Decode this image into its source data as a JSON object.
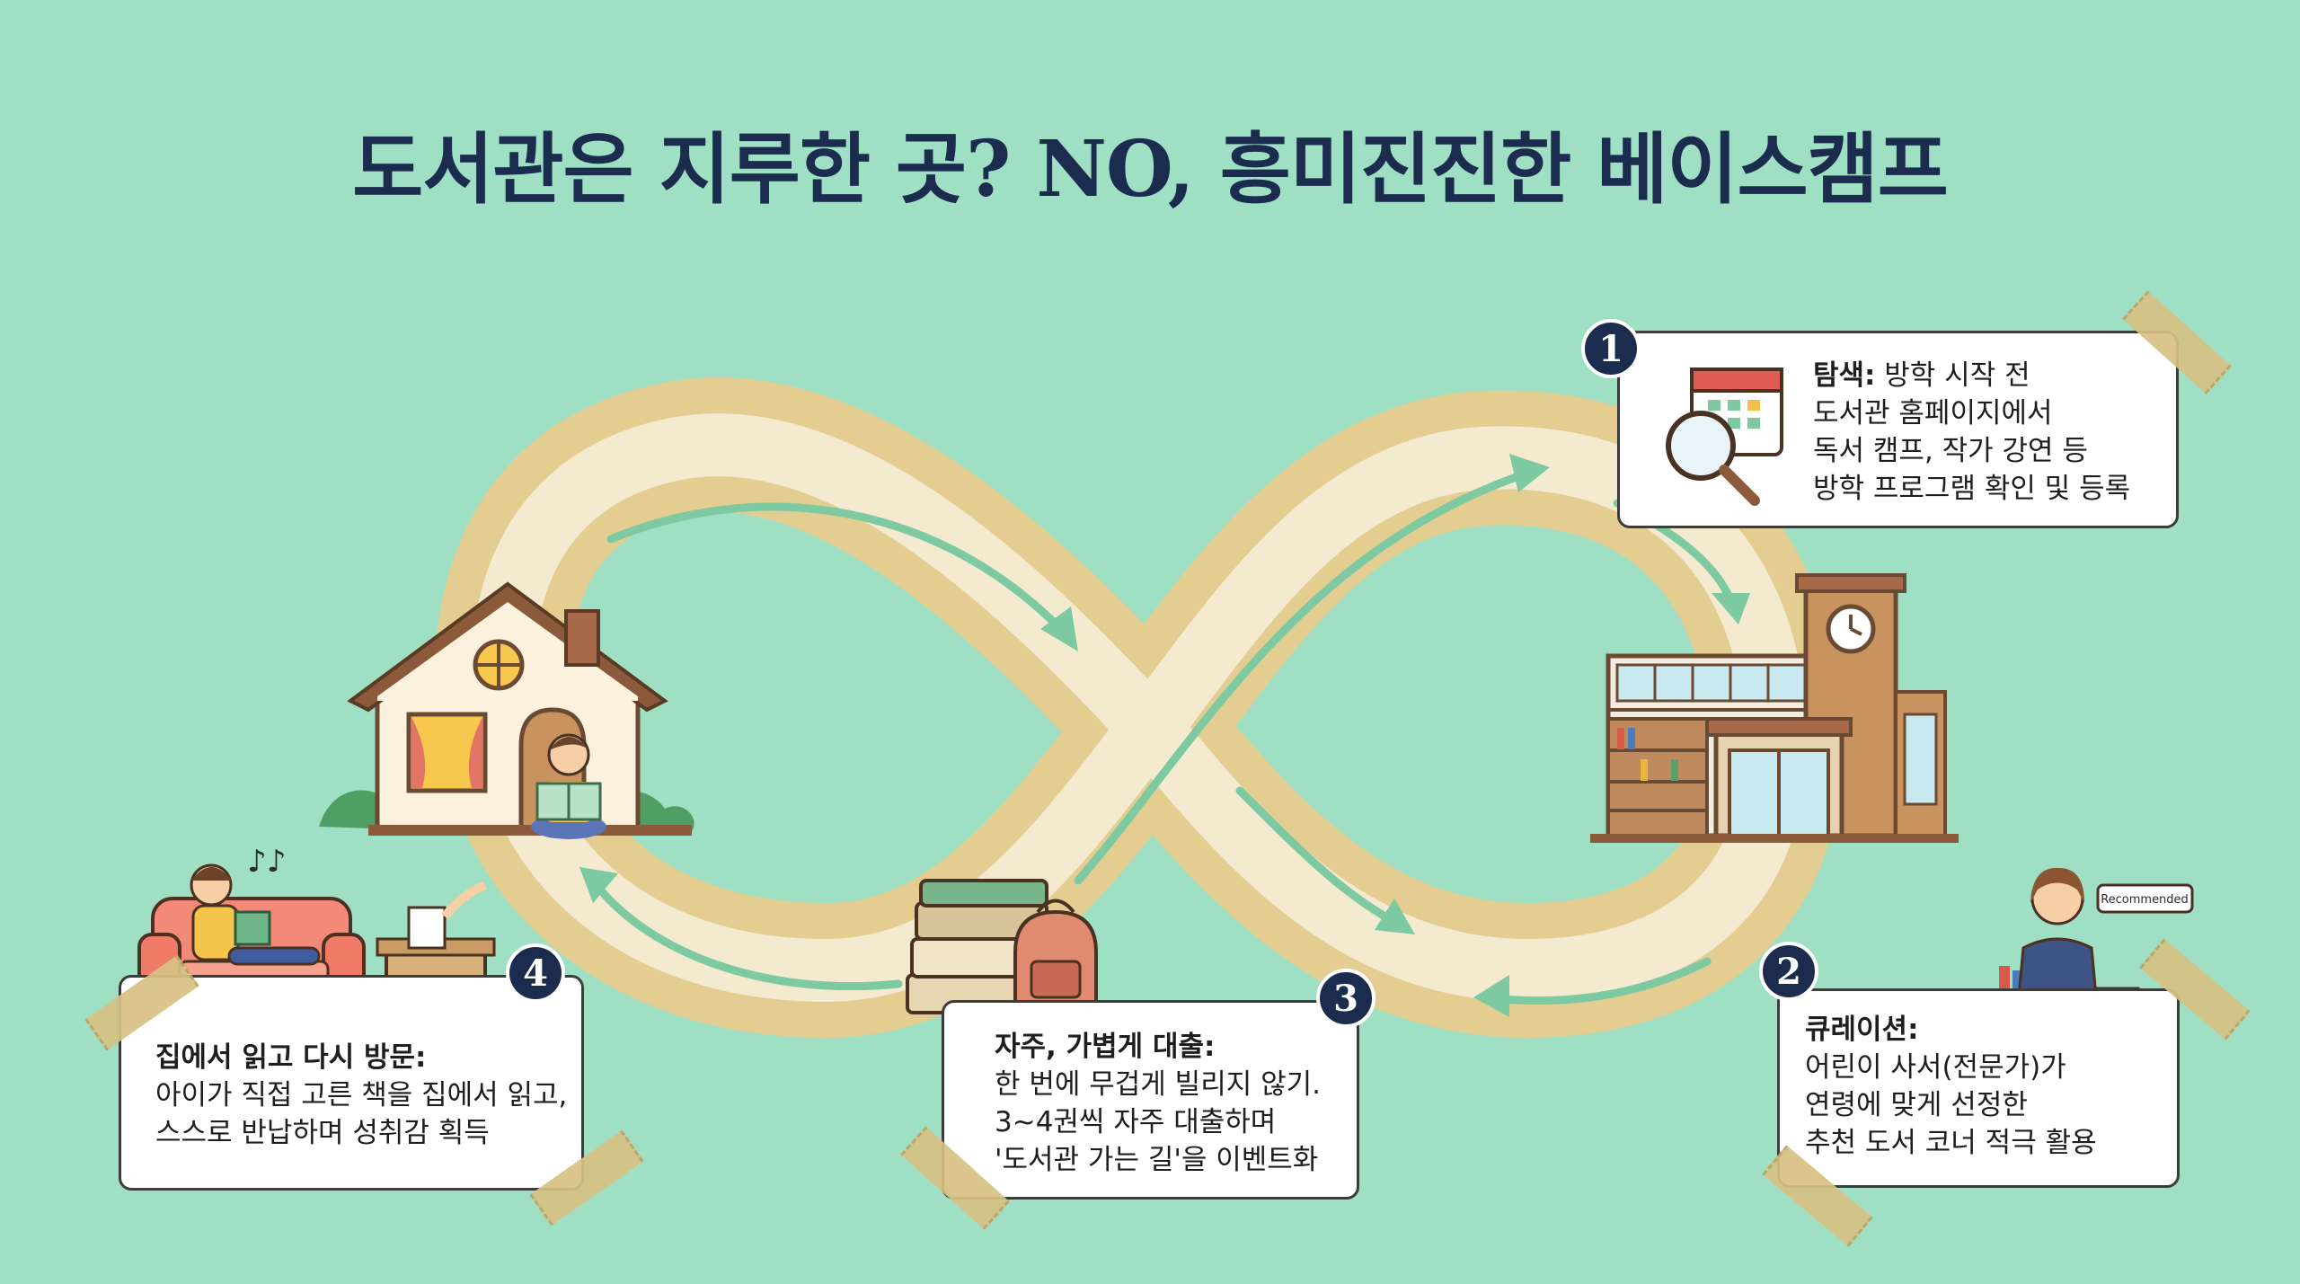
{
  "title": "도서관은 지루한 곳? NO, 흥미진진한 베이스캠프",
  "colors": {
    "background": "#9fe0c4",
    "title": "#1c2c4f",
    "loop": "#e5cf95",
    "loop_inner": "#f6eedb",
    "arrow": "#79c7a0",
    "badge": "#1c2c4f"
  },
  "steps": [
    {
      "number": "1",
      "heading": "탐색:",
      "heading_rest": " 방학 시작 전",
      "lines": [
        "도서관 홈페이지에서",
        "독서 캠프, 작가 강연 등",
        "방학 프로그램 확인 및 등록"
      ],
      "icon": "calendar-magnifier-icon"
    },
    {
      "number": "2",
      "heading": "큐레이션:",
      "lines": [
        "어린이 사서(전문가)가",
        "연령에 맞게 선정한",
        "추천 도서 코너 적극 활용"
      ],
      "icon": "librarian-icon",
      "sign": "Recommended"
    },
    {
      "number": "3",
      "heading": "자주, 가볍게 대출:",
      "lines": [
        "한 번에 무겁게 빌리지 않기.",
        "3~4권씩 자주 대출하며",
        "'도서관 가는 길'을 이벤트화"
      ],
      "icon": "books-backpack-icon"
    },
    {
      "number": "4",
      "heading": "집에서 읽고 다시 방문:",
      "lines": [
        "아이가 직접 고른 책을 집에서 읽고,",
        "스스로 반납하며 성취감 획득"
      ],
      "icon": "sofa-reading-icon"
    }
  ]
}
